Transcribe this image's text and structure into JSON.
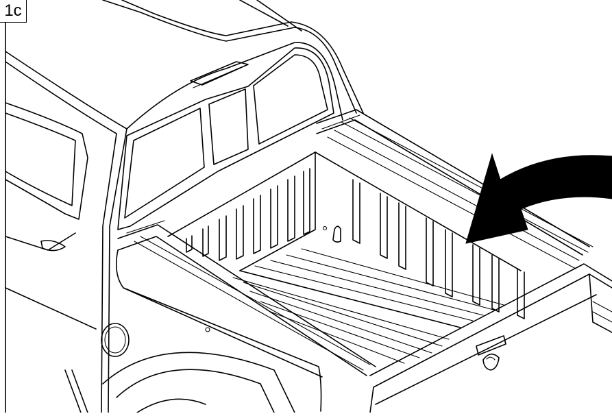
{
  "figure": {
    "step_label": "1c",
    "subject": "pickup-truck-bed",
    "indicator": "curved-arrow-toward-front-bed-rail"
  },
  "colors": {
    "line": "#000000",
    "background": "#ffffff",
    "arrow": "#000000"
  }
}
